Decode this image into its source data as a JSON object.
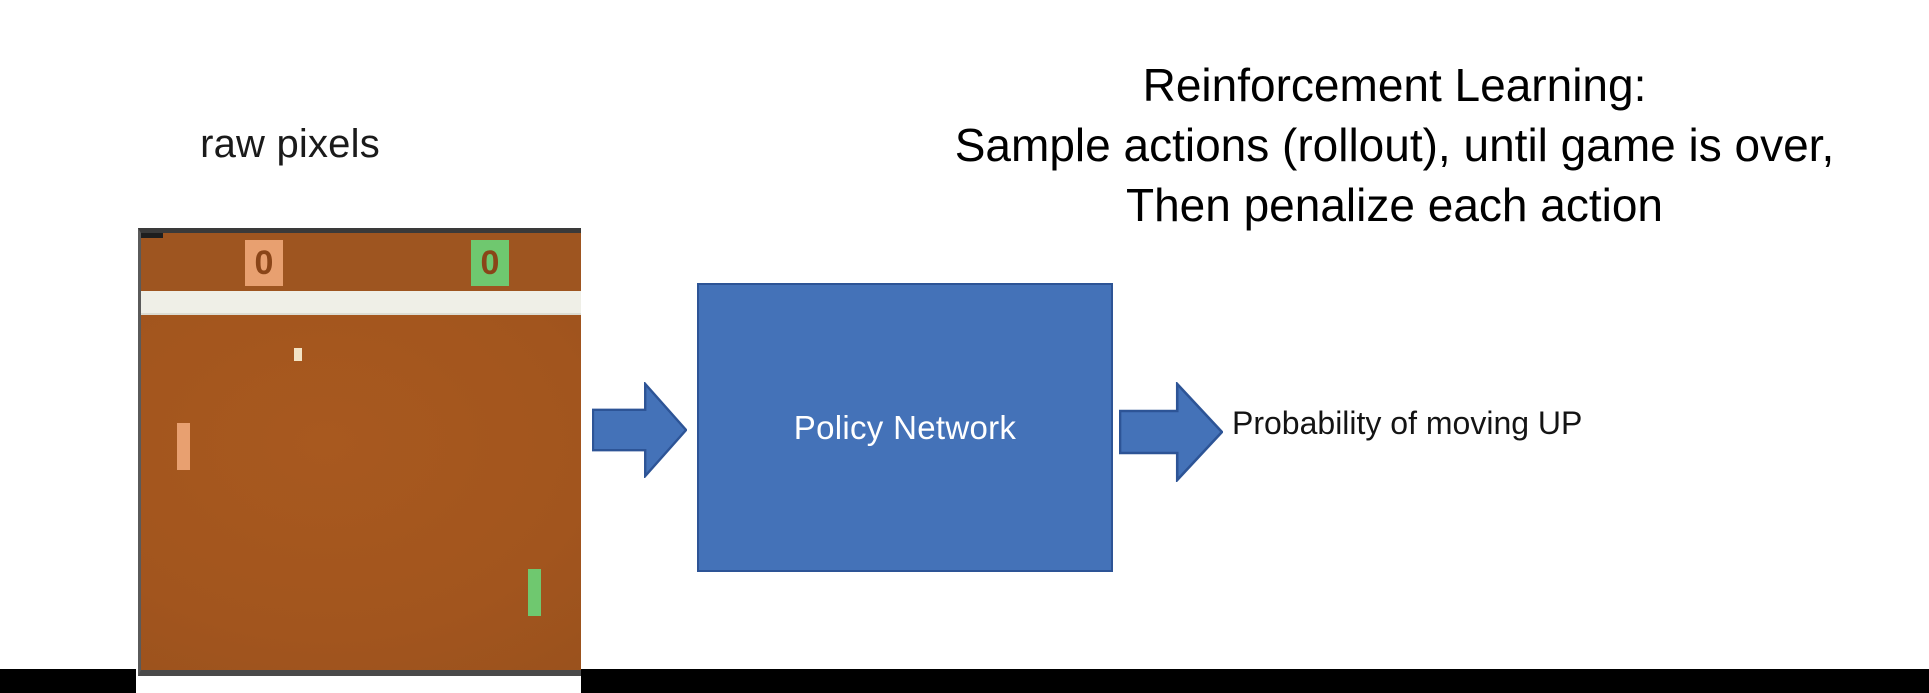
{
  "diagram": {
    "title_lines": [
      "Reinforcement Learning:",
      "Sample actions (rollout), until game is over,",
      "Then penalize each action"
    ],
    "input_label": "raw pixels",
    "model_box_label": "Policy Network",
    "output_label": "Probability of moving UP",
    "arrow_1_name": "arrow-input-to-network",
    "arrow_2_name": "arrow-network-to-output"
  },
  "game": {
    "name": "Pong",
    "score_left": "0",
    "score_right": "0",
    "colors": {
      "background": "#a9581f",
      "divider": "#efefe7",
      "left_player": "#e8a070",
      "right_player": "#6fc86f",
      "ball": "#f3e3c4"
    }
  },
  "colors": {
    "accent_blue": "#4472b8",
    "accent_blue_border": "#2d5496",
    "text": "#000000",
    "box_text": "#ffffff",
    "bottom_bar": "#000000"
  }
}
